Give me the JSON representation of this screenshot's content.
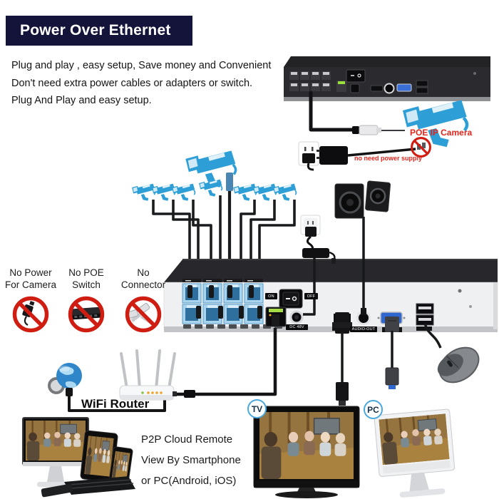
{
  "header": {
    "title": "Power Over Ethernet",
    "line1": "Plug and play , easy setup, Save money and Convenient",
    "line2": "Don't need extra power cables or adapters or switch.",
    "line3": "Plug And Play and easy setup."
  },
  "top_section": {
    "camera_label": "POE IP Camera",
    "power_note": "no need power supply"
  },
  "restrictions": {
    "item1": {
      "line1": "No Power",
      "line2": "For Camera"
    },
    "item2": {
      "line1": "No POE",
      "line2": "Switch"
    },
    "item3": {
      "line1": "No",
      "line2": "Connector"
    }
  },
  "nvr_panel": {
    "on": "ON",
    "off": "OFF",
    "dc": "DC 48V",
    "audio": "AUDIO-OUT"
  },
  "network": {
    "router_label": "WiFi Router"
  },
  "remote": {
    "line1": "P2P Cloud Remote",
    "line2": "View By Smartphone",
    "line3": "or PC(Android, iOS)"
  },
  "badges": {
    "tv": "TV",
    "pc": "PC"
  },
  "colors": {
    "banner_navy": "#14143a",
    "accent_red": "#e2251b",
    "camera_blue": "#2e9fd6",
    "badge_blue": "#49a8dc"
  }
}
